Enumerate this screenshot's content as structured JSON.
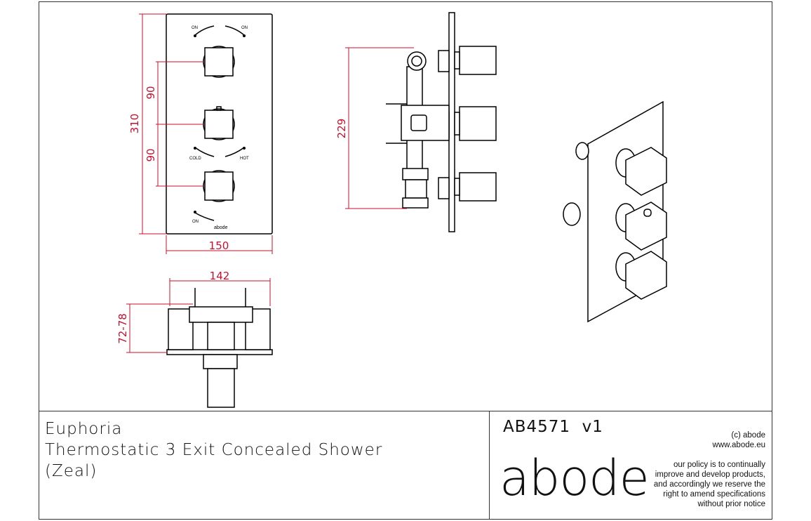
{
  "drawing": {
    "front_view": {
      "labels": {
        "top_left": "ON",
        "top_right": "ON",
        "mid_left": "COLD",
        "mid_right": "HOT",
        "bottom": "ON"
      },
      "dimensions": {
        "height": "310",
        "spacing_1": "90",
        "spacing_2": "90",
        "width": "150"
      }
    },
    "side_view": {
      "dimensions": {
        "height": "229"
      }
    },
    "top_view": {
      "dimensions": {
        "width": "142",
        "depth": "72-78"
      }
    }
  },
  "title_block": {
    "product_lines": [
      "Euphoria",
      "Thermostatic 3 Exit Concealed Shower",
      "(Zeal)"
    ],
    "code": "AB4571  v1",
    "logo": "abode",
    "copyright": "(c) abode",
    "website": "www.abode.eu",
    "policy_lines": [
      "our policy is to continually",
      "improve and develop products,",
      "and accordingly we reserve the",
      "right to amend specifications",
      "without prior notice"
    ]
  },
  "colors": {
    "dimension": "#c8102e",
    "line": "#000000"
  }
}
